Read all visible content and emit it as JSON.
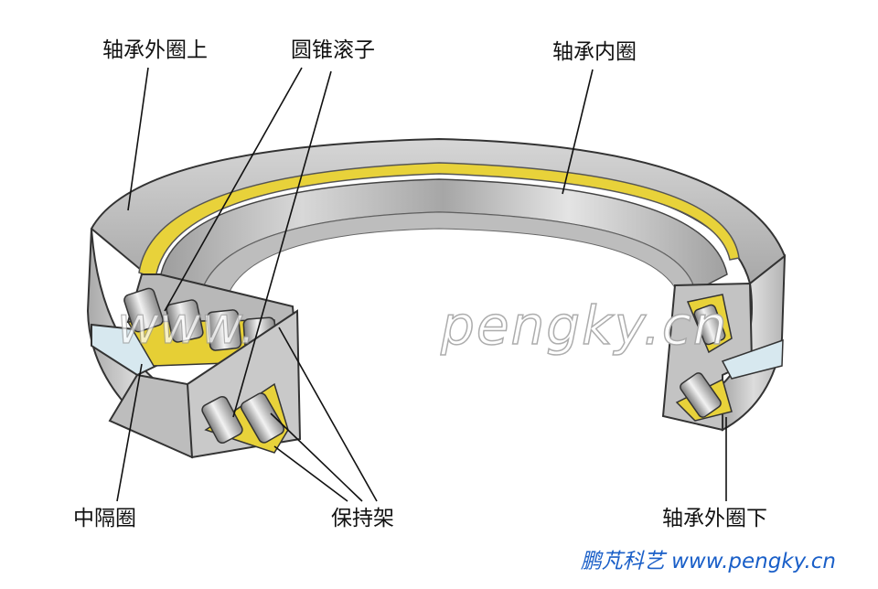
{
  "labels": {
    "outer_ring_upper": "轴承外圈上",
    "tapered_roller": "圆锥滚子",
    "inner_ring": "轴承内圈",
    "spacer_ring": "中隔圈",
    "cage": "保持架",
    "outer_ring_lower": "轴承外圈下"
  },
  "watermark": "pengky.cn",
  "watermark_left": "www.",
  "credit": "鹏芃科艺 www.pengky.cn",
  "colors": {
    "ring_gray": "#c9c9c9",
    "ring_dark": "#8f8f8f",
    "raceway_yellow": "#e8d23a",
    "spacer_blue": "#d7e8ef",
    "credit_blue": "#1a5fc8"
  }
}
